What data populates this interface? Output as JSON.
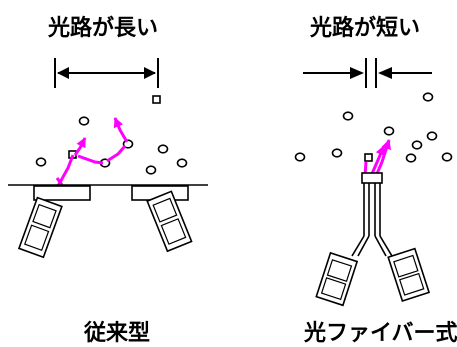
{
  "labels": {
    "left_top": "光路が長い",
    "right_top": "光路が短い",
    "left_bottom": "従来型",
    "right_bottom": "光ファイバー式"
  },
  "colors": {
    "ink": "#000000",
    "light_path": "#ff00ff",
    "background": "#ffffff"
  }
}
